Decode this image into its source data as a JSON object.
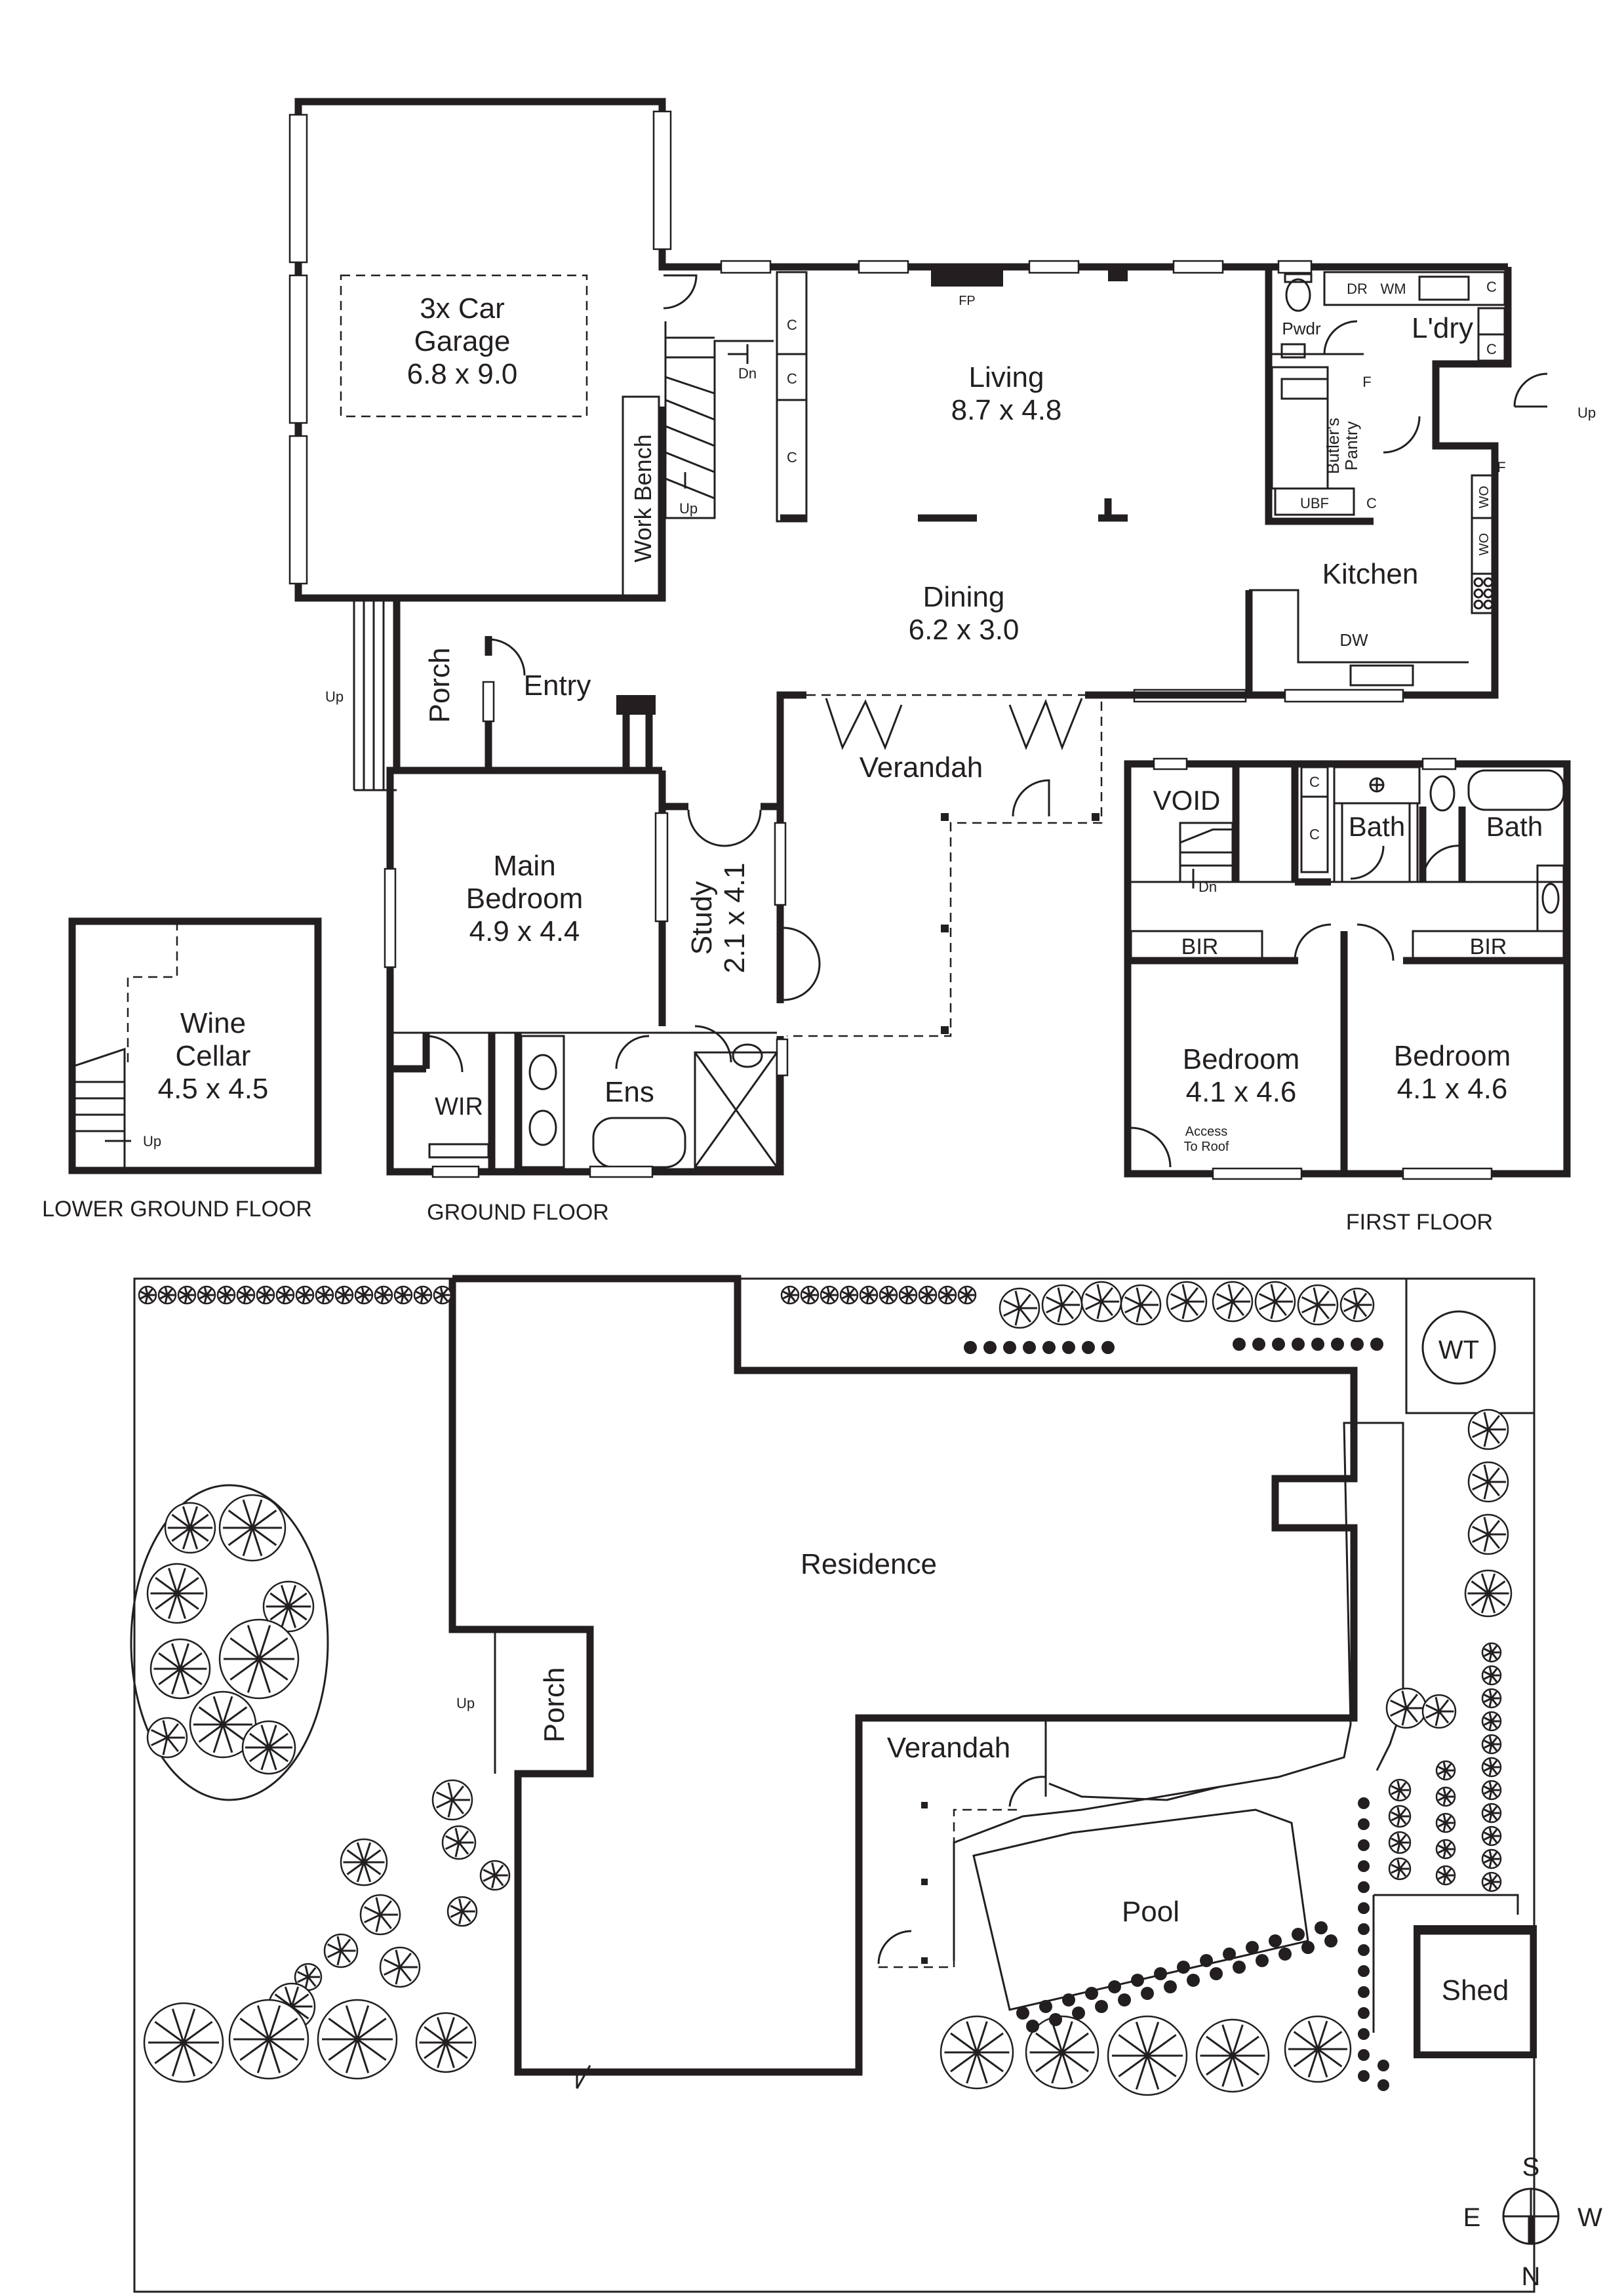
{
  "rooms": {
    "garage": {
      "name_line1": "3x Car",
      "name_line2": "Garage",
      "size": "6.8 x 9.0"
    },
    "work_bench": "Work Bench",
    "living": {
      "name": "Living",
      "size": "8.7 x 4.8"
    },
    "fireplace": "FP",
    "dining": {
      "name": "Dining",
      "size": "6.2 x 3.0"
    },
    "kitchen": "Kitchen",
    "laundry": "L'dry",
    "powder": "Pwdr",
    "butlers_pantry_line1": "Butler's",
    "butlers_pantry_line2": "Pantry",
    "verandah": "Verandah",
    "porch": "Porch",
    "entry": "Entry",
    "main_bedroom": {
      "name_line1": "Main",
      "name_line2": "Bedroom",
      "size": "4.9 x 4.4"
    },
    "study": {
      "name": "Study",
      "size": "2.1 x 4.1"
    },
    "wir": "WIR",
    "ensuite": "Ens",
    "wine_cellar": {
      "name_line1": "Wine",
      "name_line2": "Cellar",
      "size": "4.5 x 4.5"
    },
    "void": "VOID",
    "bath": "Bath",
    "bir": "BIR",
    "bedroom": {
      "name": "Bedroom",
      "size": "4.1 x 4.6"
    },
    "access_roof_line1": "Access",
    "access_roof_line2": "To Roof"
  },
  "fixtures": {
    "cupboard": "C",
    "dryer": "DR",
    "washing_machine": "WM",
    "fridge": "F",
    "ubf": "UBF",
    "wall_oven": "WO",
    "dishwasher": "DW",
    "up": "Up",
    "down": "Dn"
  },
  "floor_labels": {
    "lower_ground": "LOWER GROUND FLOOR",
    "ground": "GROUND FLOOR",
    "first": "FIRST FLOOR"
  },
  "site": {
    "residence": "Residence",
    "porch": "Porch",
    "verandah": "Verandah",
    "pool": "Pool",
    "shed": "Shed",
    "water_tank": "WT",
    "up": "Up"
  },
  "compass": {
    "north": "N",
    "south": "S",
    "east": "E",
    "west": "W"
  }
}
